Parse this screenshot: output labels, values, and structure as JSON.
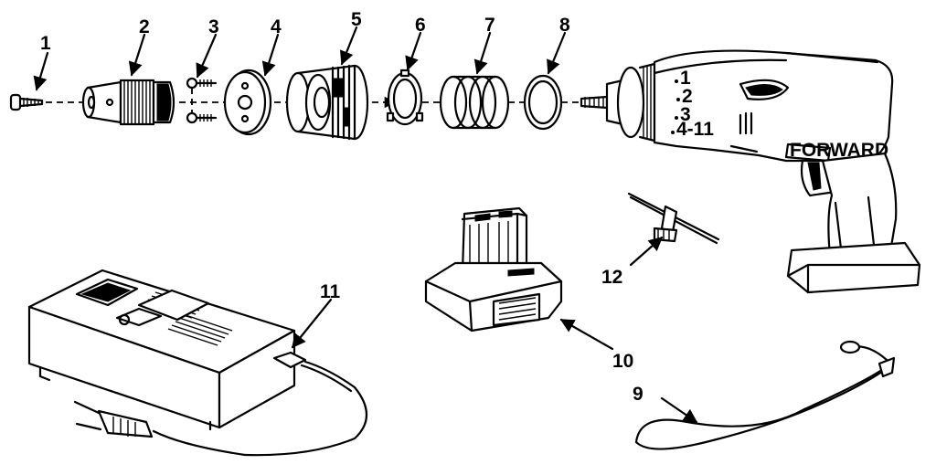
{
  "callouts": {
    "c1": "1",
    "c2": "2",
    "c3": "3",
    "c4": "4",
    "c5": "5",
    "c6": "6",
    "c7": "7",
    "c8": "8",
    "c9": "9",
    "c10": "10",
    "c11": "11",
    "c12": "12"
  },
  "drill_markings": {
    "clutch_1": "1",
    "clutch_2": "2",
    "clutch_3": "3",
    "clutch_4": "4-11",
    "direction_label": "FORWARD"
  }
}
